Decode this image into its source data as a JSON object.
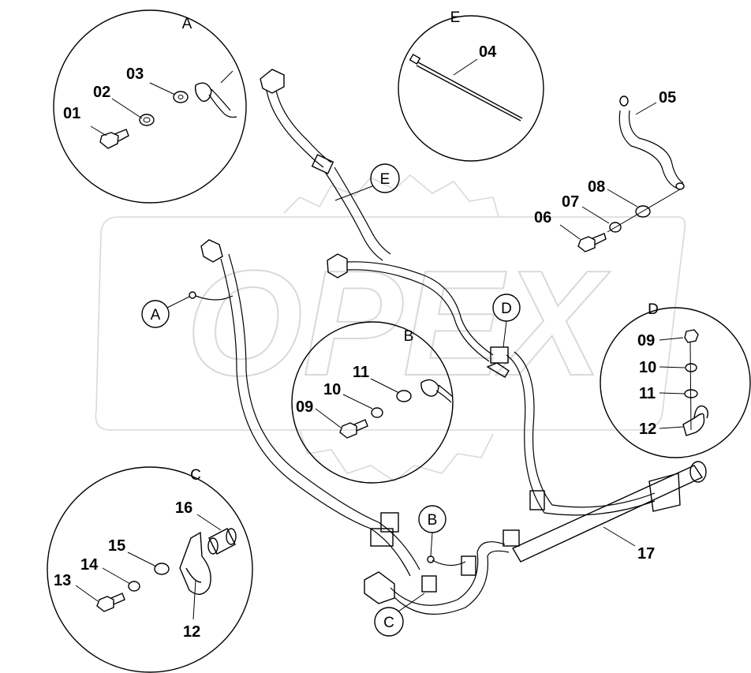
{
  "watermark": {
    "text": "OPEX",
    "color": "#d9d9d9"
  },
  "details": {
    "A": {
      "title": "A",
      "callouts": [
        "01",
        "02",
        "03"
      ]
    },
    "B": {
      "title": "B",
      "callouts": [
        "09",
        "10",
        "11"
      ]
    },
    "C": {
      "title": "C",
      "callouts": [
        "13",
        "14",
        "15",
        "16",
        "12"
      ]
    },
    "D": {
      "title": "D",
      "callouts": [
        "09",
        "10",
        "11",
        "12"
      ]
    },
    "E": {
      "title": "E",
      "callouts": [
        "04"
      ]
    }
  },
  "loose_parts": {
    "callouts": [
      "05",
      "06",
      "07",
      "08"
    ]
  },
  "main_assembly": {
    "markers": [
      "A",
      "B",
      "C",
      "D",
      "E"
    ],
    "callouts": [
      "17"
    ]
  }
}
